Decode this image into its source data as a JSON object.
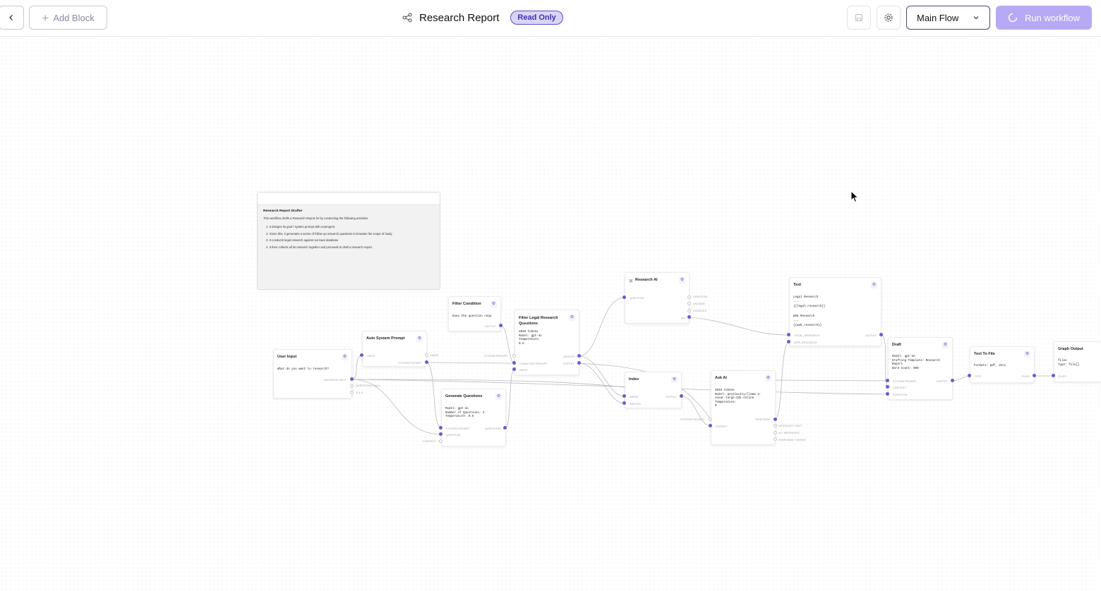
{
  "toolbar": {
    "add_block_label": "Add Block",
    "title": "Research Report",
    "badge": "Read Only",
    "flow_select_value": "Main Flow",
    "run_label": "Run workflow"
  },
  "note": {
    "title": "Research Report Drafter",
    "description": "This workflow drafts a Research Reprot for by conducting the following activities.",
    "items": [
      "1.  It designs its goal / system prompt with AutoAgent",
      "2.  Given this, it generates a series of follow up research questions to broaden the scope of study",
      "3.  It conducts legal research against our laws database",
      "4.  It then collects all its research together and proceeds to draft a research report."
    ]
  },
  "nodes": {
    "user_input": {
      "title": "User Input",
      "body": "What do you want to research?",
      "ports_out": [
        "ANSWERS ONLY",
        "QUESTIONS ONLY",
        "Q & A"
      ]
    },
    "auto_system_prompt": {
      "title": "Auto System Prompt",
      "port_in": "INPUT",
      "port_out": "SYSTEM PROMPT",
      "port_name": "NAME"
    },
    "filter_condition": {
      "title": "Filter Condition",
      "body": "Does the question requ",
      "port_out": "OUTPUT"
    },
    "generate_questions": {
      "title": "Generate Questions",
      "body": "Model: gpt-4o\nNumber of Questions: 3\nTemperature: 0.5",
      "ports_in": [
        "SYSTEM PROMPT",
        "QUESTION",
        "CONTEXT"
      ],
      "port_out": "QUESTIONS"
    },
    "filter_legal": {
      "title": "Filter Legal Research Questions",
      "body": "2048 tokens\nModel: gpt-4o\nTemperature:\n0.5",
      "ports_in": [
        "SYSTEM PROMPT",
        "CONDITION PROMPT",
        "INPUT"
      ],
      "ports_out": [
        "INDICES",
        "OUTPUT"
      ]
    },
    "research_ai": {
      "title": "Research AI",
      "ports_in": [
        "QUESTION"
      ],
      "ports_out": [
        "QUESTION",
        "ANSWER",
        "SOURCES",
        "ALL"
      ]
    },
    "index": {
      "title": "Index",
      "ports_in": [
        "ARRAY",
        "INDICES"
      ],
      "port_out": "OUTPUT"
    },
    "ask_ai": {
      "title": "Ask AI",
      "body": "2048 tokens\nModel: perplexity/llama-3-\nsonar-large-32k-online\nTemperature:\n0",
      "ports_in": [
        "SYSTEM PROMPT",
        "PROMPT"
      ],
      "ports_out": [
        "RESPONSE",
        "MESSAGES SENT",
        "ALL MESSAGES",
        "RESPONSE TOKENS"
      ]
    },
    "text": {
      "title": "Text",
      "body": "Legal Research\n---\n{{legal_research}}\n\nWeb Research\n---\n{{web_research}}",
      "ports_in": [
        "LEGAL_RESEARCH",
        "WEB_RESEARCH"
      ],
      "port_out": "OUTPUT"
    },
    "draft": {
      "title": "Draft",
      "body": "Model: gpt-4o\nDrafting Template: Research\nReport\nWord Count: 800",
      "ports_in": [
        "SYSTEM PROMPT",
        "CONTENT",
        "QUESTION"
      ],
      "port_out": "OUTPUT"
    },
    "text_to_file": {
      "title": "Text To File",
      "body": "Formats: pdf, docx",
      "port_in": "TEXT",
      "port_out": "FILES"
    },
    "graph_output": {
      "title": "Graph Output",
      "body": "files\nType: file[]",
      "port_in": "FILES"
    }
  },
  "colors": {
    "accent": "#6a5bd0",
    "run_button": "#b8a9f4",
    "badge_bg": "#d9d4f7"
  }
}
